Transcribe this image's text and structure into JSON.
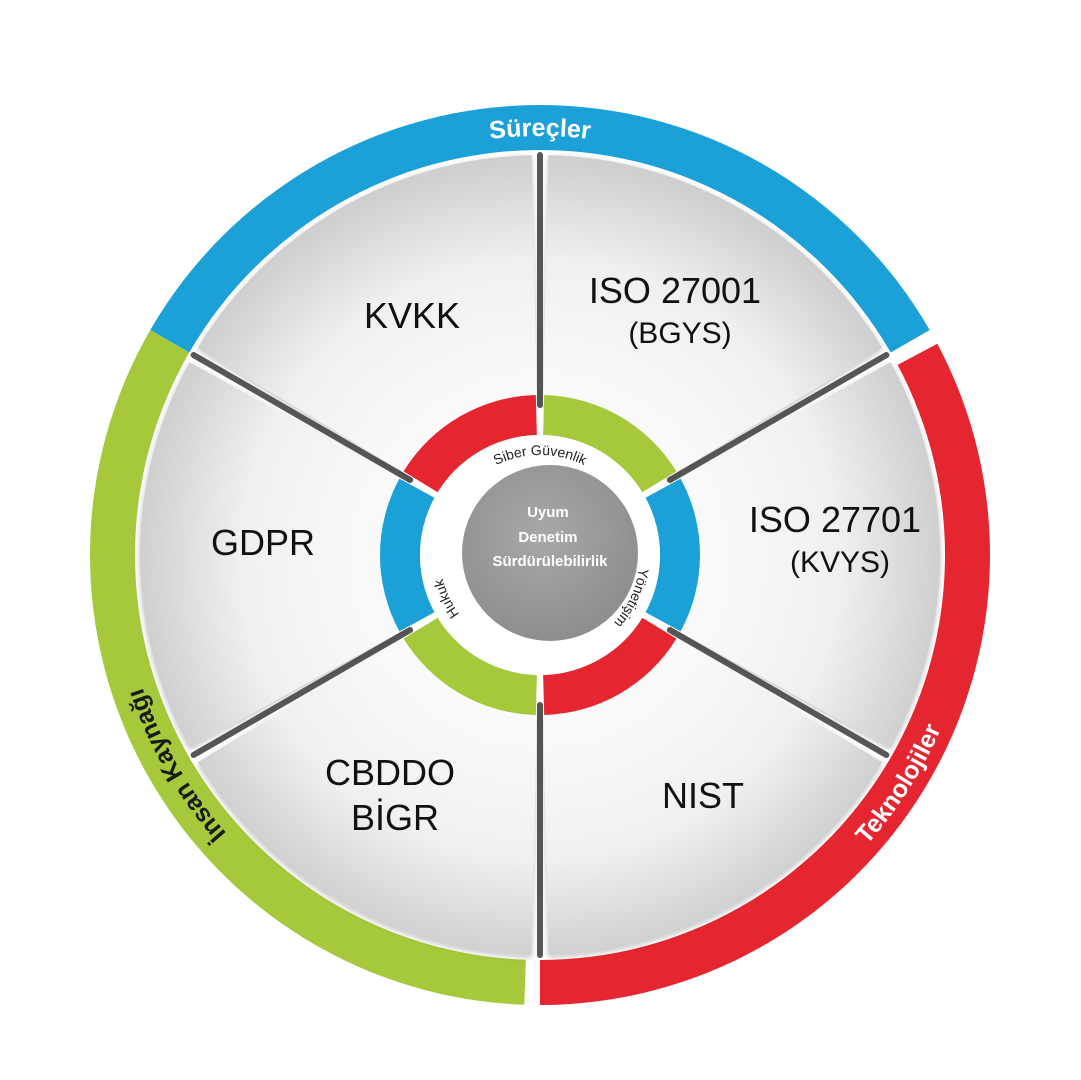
{
  "colors": {
    "blue": "#1ba1d8",
    "red": "#e52630",
    "green": "#a5c93b",
    "gray_core": "#8e8e8e",
    "segment_light": "#f4f4f4",
    "segment_dark": "#c8c8c8"
  },
  "outer_ring": [
    {
      "label": "Süreçler",
      "color": "#1ba1d8"
    },
    {
      "label": "Teknolojiler",
      "color": "#e52630"
    },
    {
      "label": "İnsan Kaynağı",
      "color": "#a5c93b"
    }
  ],
  "segments": [
    {
      "lines": [
        "KVKK"
      ]
    },
    {
      "lines": [
        "ISO 27001",
        "(BGYS)"
      ]
    },
    {
      "lines": [
        "ISO 27701",
        "(KVYS)"
      ]
    },
    {
      "lines": [
        "NIST"
      ]
    },
    {
      "lines": [
        "CBDDO",
        "BİGR"
      ]
    },
    {
      "lines": [
        "GDPR"
      ]
    }
  ],
  "inner_ring": [
    {
      "label": "Siber Güvenlik"
    },
    {
      "label": "Yönetişim"
    },
    {
      "label": "Hukuk"
    }
  ],
  "core": {
    "lines": [
      "Uyum",
      "Denetim",
      "Sürdürülebilirlik"
    ]
  }
}
